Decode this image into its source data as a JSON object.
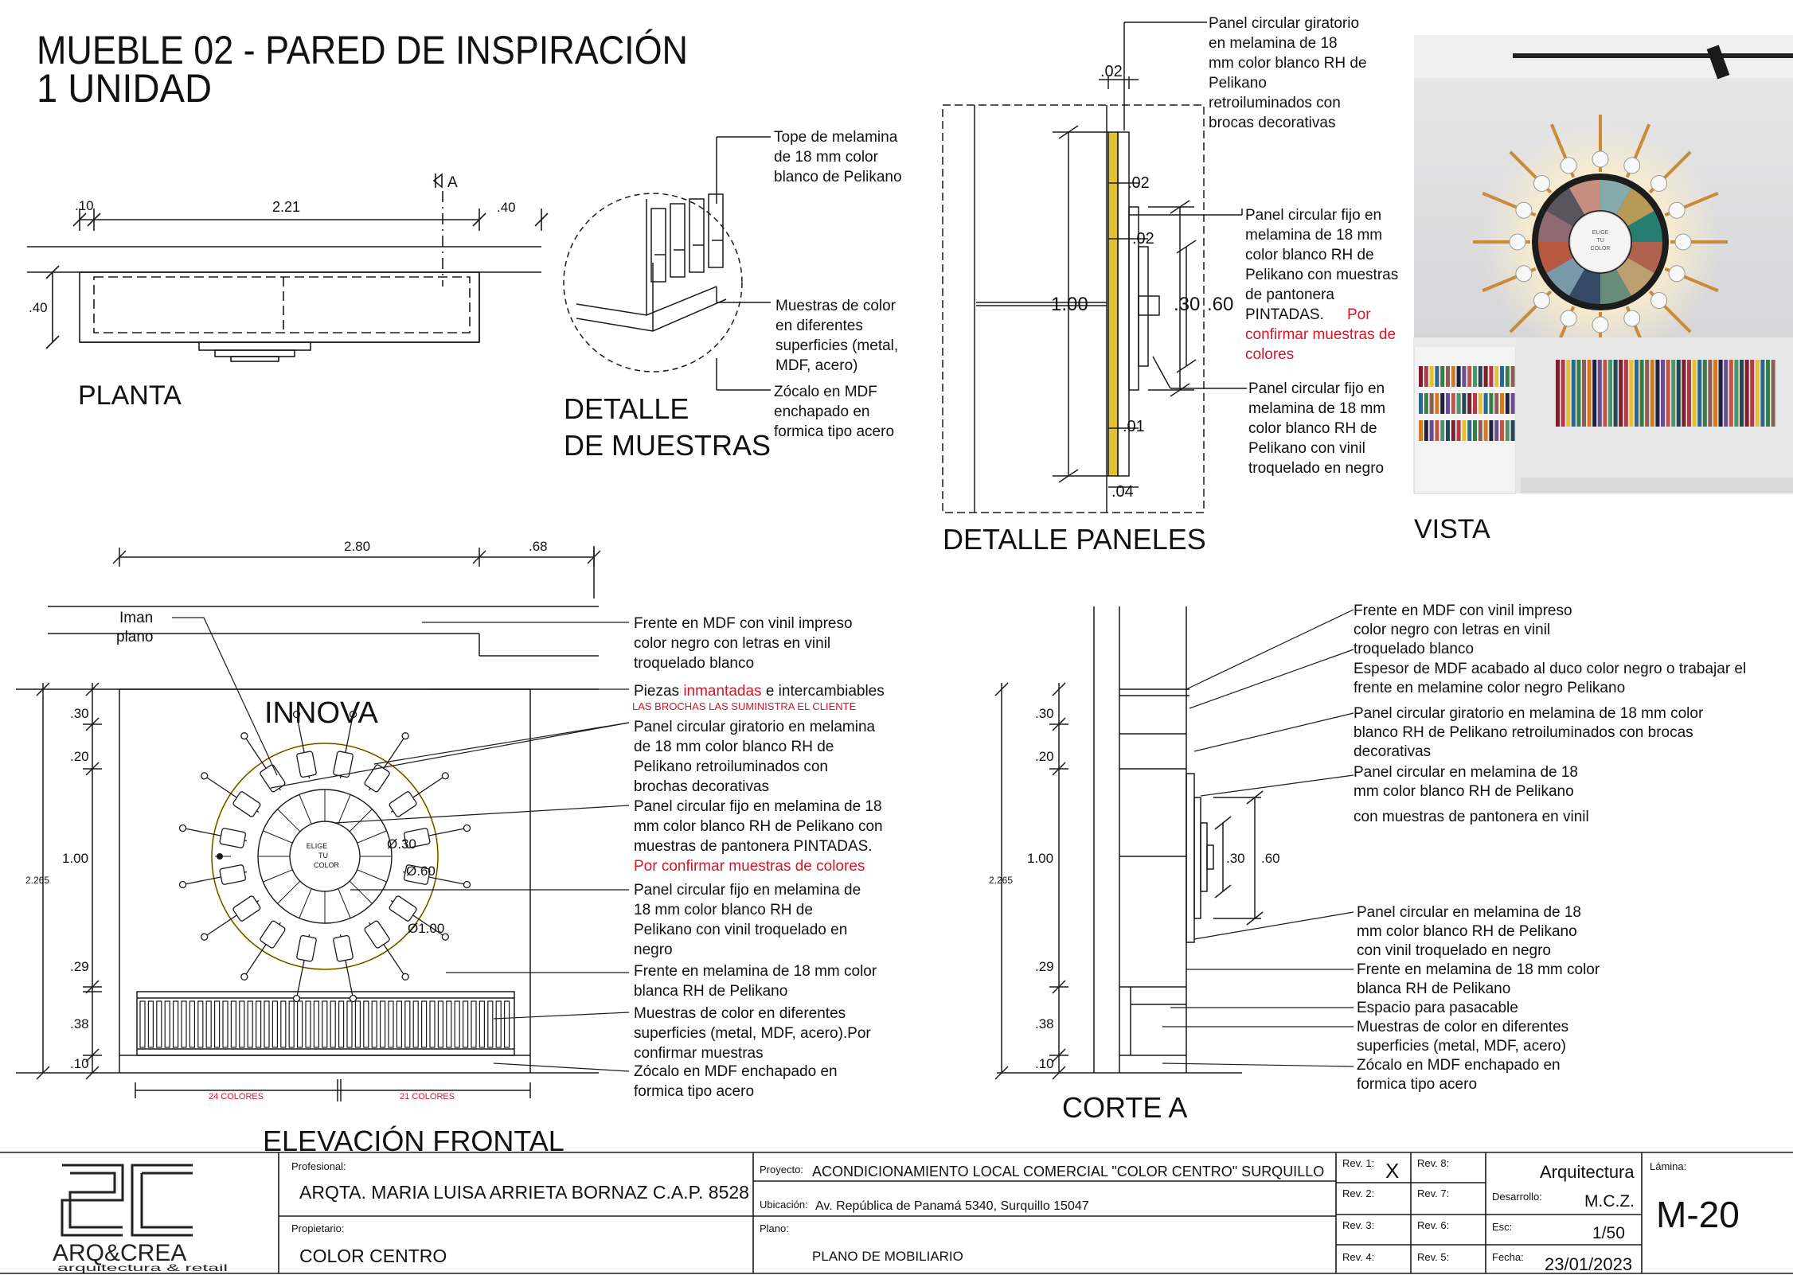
{
  "title": {
    "line1": "MUEBLE 02 - PARED DE INSPIRACIÓN",
    "line2": "1 UNIDAD"
  },
  "planta": {
    "label": "PLANTA",
    "dims": [
      ".10",
      "2.21",
      ".40",
      ".40"
    ],
    "section_mark": "A"
  },
  "detalle_muestras": {
    "label_line1": "DETALLE",
    "label_line2": "DE MUESTRAS",
    "notes": [
      [
        "Tope de melamina",
        "de 18 mm color",
        "blanco de Pelikano"
      ],
      [
        "Muestras de color",
        "en diferentes",
        "superficies (metal,",
        "MDF, acero)"
      ],
      [
        "Zócalo en MDF",
        "enchapado en",
        "formica tipo acero"
      ]
    ]
  },
  "detalle_paneles": {
    "label": "DETALLE PANELES",
    "dims": [
      ".02",
      ".02",
      ".02",
      "1.00",
      ".30",
      ".60",
      ".01",
      ".04"
    ],
    "notes": [
      {
        "lines": [
          "Panel circular giratorio",
          "en melamina  de 18",
          "mm color blanco RH de",
          "Pelikano",
          "retroiluminados con",
          "brocas decorativas"
        ]
      },
      {
        "lines": [
          "Panel circular fijo en",
          "melamina  de 18 mm",
          "color blanco RH de",
          "Pelikano con muestras",
          "de pantonera",
          "PINTADAS."
        ],
        "red": [
          "Por",
          "confirmar muestras de",
          "colores"
        ]
      },
      {
        "lines": [
          "Panel circular fijo en",
          "melamina  de 18 mm",
          "color blanco RH de",
          "Pelikano con vinil",
          "troquelado en negro"
        ]
      }
    ]
  },
  "vista": {
    "label": "VISTA",
    "wheel_text": [
      "ELIGE",
      "TU",
      "COLOR"
    ]
  },
  "elevacion": {
    "label": "ELEVACIÓN FRONTAL",
    "sign": "INNOVA",
    "top_dims": [
      "2.80",
      ".68"
    ],
    "left_dims": [
      ".30",
      ".20",
      "1.00",
      ".29",
      ".38",
      ".10"
    ],
    "total_height": "2.265",
    "circle_dims": [
      "Ø.30",
      "Ø.60",
      "Ø1.00"
    ],
    "wheel_text": [
      "ELIGE",
      "TU",
      "COLOR"
    ],
    "iman": [
      "Iman",
      "plano"
    ],
    "colors_left": "24 COLORES",
    "colors_right": "21 COLORES",
    "notes": [
      {
        "lines": [
          "Frente en MDF con vinil impreso",
          "color negro con letras en vinil",
          "troquelado blanco"
        ]
      },
      {
        "pre": "Piezas ",
        "red": "inmantadas",
        "post": " e intercambiables",
        "sub": "LAS BROCHAS LAS SUMINISTRA EL CLIENTE"
      },
      {
        "lines": [
          "Panel circular giratorio en melamina",
          "de 18 mm color blanco RH de",
          "Pelikano retroiluminados con",
          "brochas decorativas"
        ]
      },
      {
        "lines": [
          "Panel circular fijo en melamina  de 18",
          "mm color blanco RH de Pelikano con",
          "muestras de pantonera  PINTADAS."
        ],
        "red": "Por confirmar muestras de colores"
      },
      {
        "lines": [
          "Panel circular fijo en melamina  de",
          "18 mm color blanco RH de",
          "Pelikano con vinil troquelado en",
          "negro"
        ]
      },
      {
        "lines": [
          "Frente en melamina  de 18 mm color",
          "blanca RH de Pelikano"
        ]
      },
      {
        "lines": [
          "Muestras de color en diferentes",
          "superficies (metal, MDF, acero).Por",
          "confirmar muestras"
        ]
      },
      {
        "lines": [
          "Zócalo en MDF enchapado en",
          "formica tipo acero"
        ]
      }
    ]
  },
  "corte_a": {
    "label": "CORTE A",
    "left_dims": [
      ".30",
      ".20",
      "1.00",
      ".29",
      ".38",
      ".10"
    ],
    "total_height": "2.265",
    "inner_dims": [
      ".30",
      ".60"
    ],
    "notes": [
      [
        "Frente en MDF con vinil impreso",
        "color negro con letras en vinil",
        "troquelado blanco"
      ],
      [
        "Espesor de MDF acabado al duco color negro o trabajar el",
        "frente en melamine color negro Pelikano"
      ],
      [
        "Panel circular giratorio en melamina  de 18 mm color",
        "blanco RH de Pelikano retroiluminados con brocas",
        "decorativas"
      ],
      [
        "Panel circular en melamina  de 18",
        "mm color blanco RH de Pelikano",
        "con muestras de pantonera en vinil"
      ],
      [
        "Panel circular en melamina  de 18",
        "mm color blanco RH de Pelikano",
        "con vinil troquelado en negro"
      ],
      [
        "Frente en melamina  de 18 mm color",
        "blanca RH de Pelikano"
      ],
      [
        "Espacio para pasacable"
      ],
      [
        "Muestras de color en diferentes",
        "superficies (metal, MDF, acero)"
      ],
      [
        "Zócalo en MDF enchapado en",
        "formica tipo acero"
      ]
    ]
  },
  "title_block": {
    "logo_text": "ARQ&CREA",
    "logo_sub": "arquitectura & retail",
    "profesional_label": "Profesional:",
    "profesional": "ARQTA. MARIA LUISA ARRIETA BORNAZ C.A.P. 8528",
    "propietario_label": "Propietario:",
    "propietario": "COLOR CENTRO",
    "proyecto_label": "Proyecto:",
    "proyecto": "ACONDICIONAMIENTO LOCAL COMERCIAL \"COLOR CENTRO\" SURQUILLO",
    "ubicacion_label": "Ubicación:",
    "ubicacion": "Av. República de Panamá 5340, Surquillo 15047",
    "plano_label": "Plano:",
    "plano": "PLANO DE MOBILIARIO",
    "revs_left": [
      "Rev. 1:",
      "Rev. 2:",
      "Rev. 3:",
      "Rev. 4:"
    ],
    "rev1_mark": "X",
    "revs_right": [
      "Rev. 8:",
      "Rev. 7:",
      "Rev. 6:",
      "Rev. 5:"
    ],
    "discipline": "Arquitectura",
    "desarrollo_label": "Desarrollo:",
    "desarrollo": "M.C.Z.",
    "esc_label": "Esc:",
    "esc": "1/50",
    "fecha_label": "Fecha:",
    "fecha": "23/01/2023",
    "lamina_label": "Lámina:",
    "lamina": "M-20"
  },
  "colors": {
    "accent_red": "#d0182a",
    "yellow": "#e2c230",
    "line": "#1a1a1a"
  }
}
